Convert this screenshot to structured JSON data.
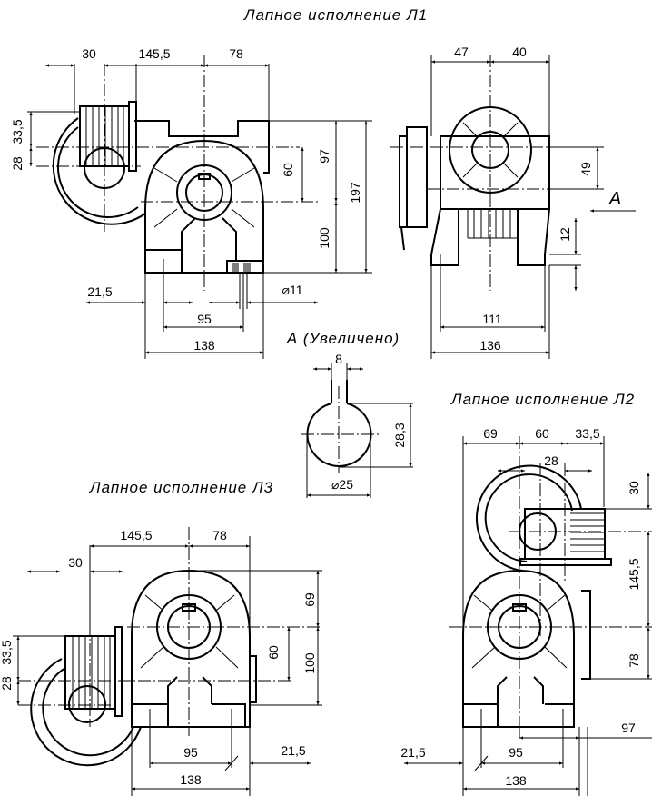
{
  "views": {
    "l1": {
      "title": "Лапное  исполнение  Л1",
      "front": {
        "d30": "30",
        "d145_5": "145,5",
        "d78": "78",
        "d33_5": "33,5",
        "d28": "28",
        "d60": "60",
        "d97": "97",
        "d100": "100",
        "d197": "197",
        "d21_5": "21,5",
        "d11": "⌀11",
        "d95": "95",
        "d138": "138"
      },
      "side": {
        "d47": "47",
        "d40": "40",
        "d49": "49",
        "d12": "12",
        "d111": "111",
        "d136": "136",
        "view_letter": "А"
      }
    },
    "section_a": {
      "title": "А (Увеличено)",
      "d8": "8",
      "d28_3": "28,3",
      "d25": "⌀25"
    },
    "l2": {
      "title": "Лапное  исполнение  Л2",
      "d69": "69",
      "d60": "60",
      "d33_5": "33,5",
      "d28": "28",
      "d30": "30",
      "d145_5": "145,5",
      "d78": "78",
      "d97": "97",
      "d21_5": "21,5",
      "d95": "95",
      "d138": "138"
    },
    "l3": {
      "title": "Лапное  исполнение  Л3",
      "d145_5": "145,5",
      "d78": "78",
      "d30": "30",
      "d33_5": "33,5",
      "d28": "28",
      "d60": "60",
      "d69": "69",
      "d100": "100",
      "d95": "95",
      "d21_5": "21,5",
      "d138": "138"
    }
  }
}
